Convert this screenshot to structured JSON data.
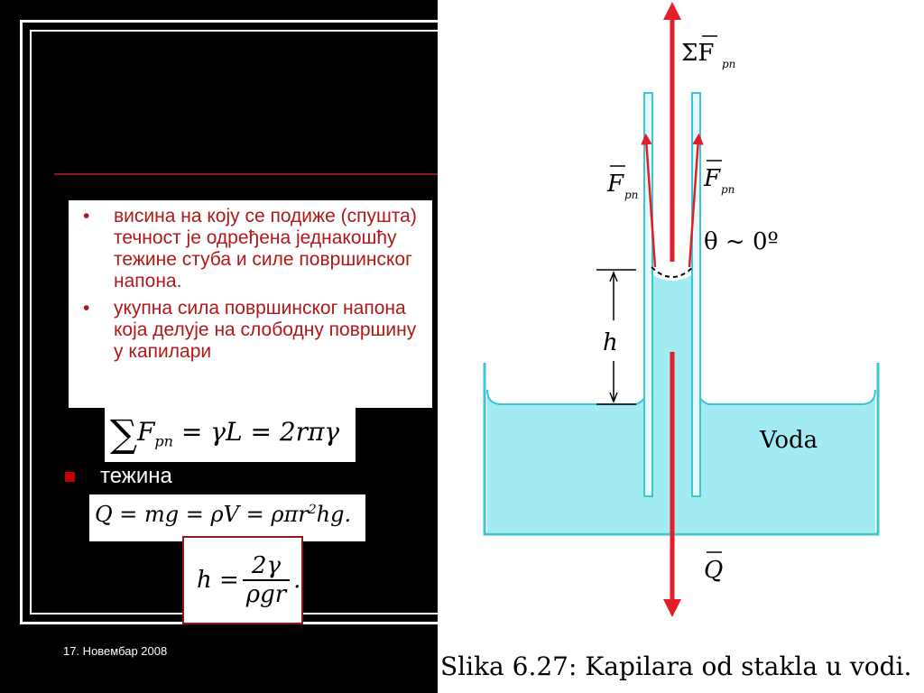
{
  "slide": {
    "bullets": [
      "висина на коју се подиже (спушта) течност је одређена једнакошћу тежине стуба и силе површинског напона.",
      "укупна сила површинског напона која делује на слободну површину у капилари"
    ],
    "bullet_symbol": "•",
    "weight_label": "тежина",
    "date": "17. Новембар 2008",
    "colors": {
      "background": "#000000",
      "accent_red": "#b01818",
      "frame": "#ffffff"
    }
  },
  "formulas": {
    "total_force": {
      "sum": "∑",
      "F": "F",
      "sub": "pn",
      "rest": " = γL = 2rπγ"
    },
    "weight": {
      "main": "Q = mg = ρV = ρπr",
      "sup": "2",
      "tail": "hg."
    },
    "height": {
      "lhs": "h =",
      "num": "2γ",
      "den": "ρgr",
      "dot": "."
    }
  },
  "figure": {
    "labels": {
      "sum_force": "ΣF",
      "sum_force_sub": "pn",
      "force_left": "F",
      "force_left_sub": "pn",
      "force_right": "F",
      "force_right_sub": "pn",
      "angle": "θ ~ 0º",
      "height": "h",
      "water": "Voda",
      "weight": "Q"
    },
    "caption": "Slika 6.27: Kapilara od stakla u vodi.",
    "colors": {
      "water": "#a3ebf2",
      "glass": "#3cc6d4",
      "arrow": "#e41e26"
    }
  }
}
